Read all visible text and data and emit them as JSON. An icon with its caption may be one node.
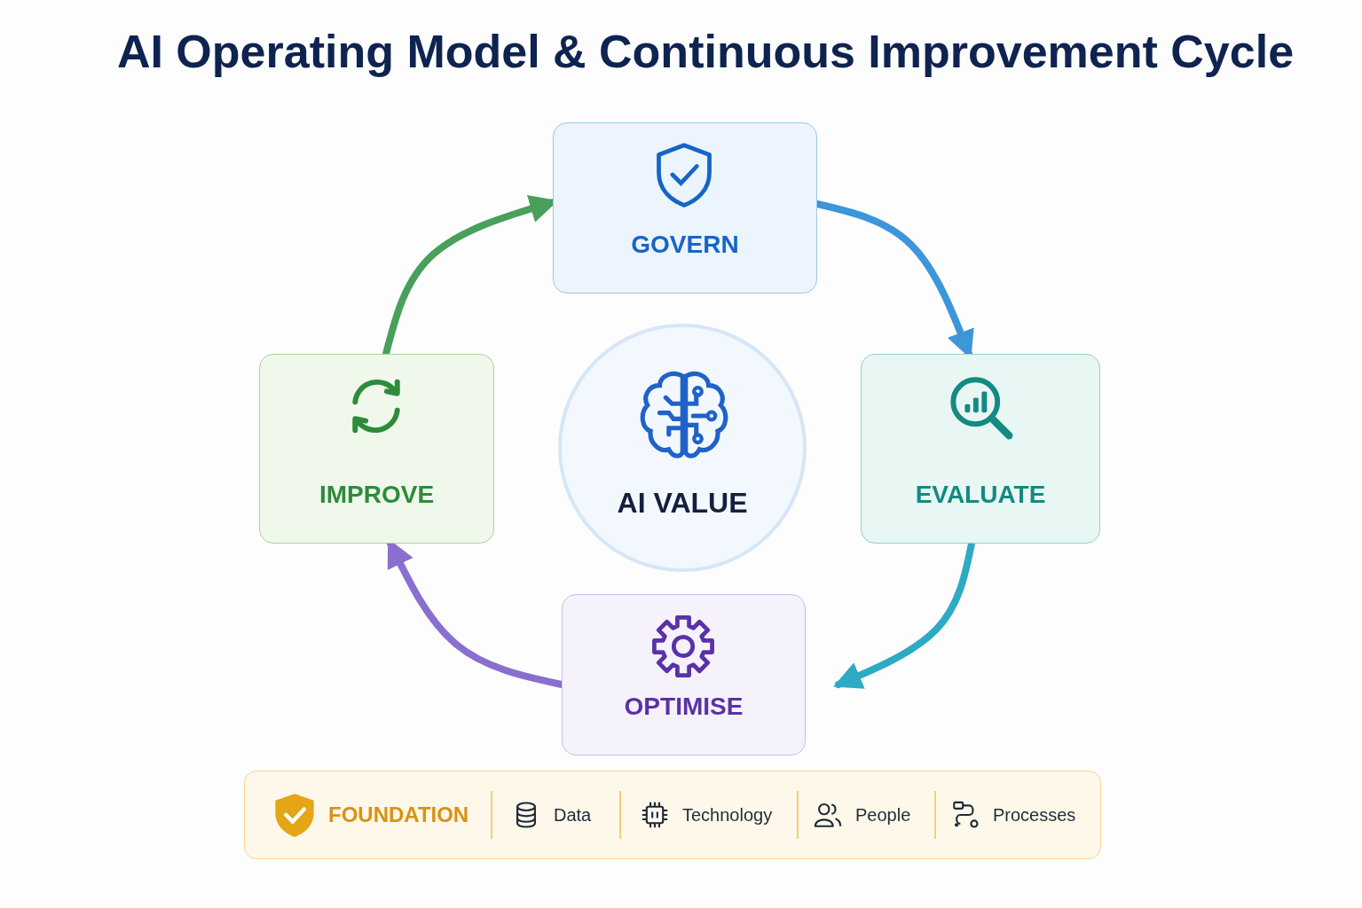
{
  "diagram": {
    "title": "AI Operating Model & Continuous Improvement Cycle",
    "nodes": [
      {
        "text": [
          "GOVERN"
        ]
      },
      {
        "text": [
          "EVALUATE"
        ]
      },
      {
        "text": [
          "OPTIMISE"
        ]
      },
      {
        "text": [
          "IMPROVE"
        ]
      },
      {
        "text": [
          "AI VALUE"
        ]
      },
      {
        "text": [
          "FOUNDATION",
          "Data",
          "Technology",
          "People",
          "Processes"
        ]
      }
    ],
    "edges": [
      {
        "from": 0,
        "to": 1,
        "arrow": "to",
        "color": "#3d95da"
      },
      {
        "from": 1,
        "to": 2,
        "arrow": "to",
        "color": "#2eaac4"
      },
      {
        "from": 2,
        "to": 3,
        "arrow": "to",
        "color": "#8a6fce"
      },
      {
        "from": 3,
        "to": 0,
        "arrow": "to",
        "color": "#48a05a"
      }
    ]
  }
}
